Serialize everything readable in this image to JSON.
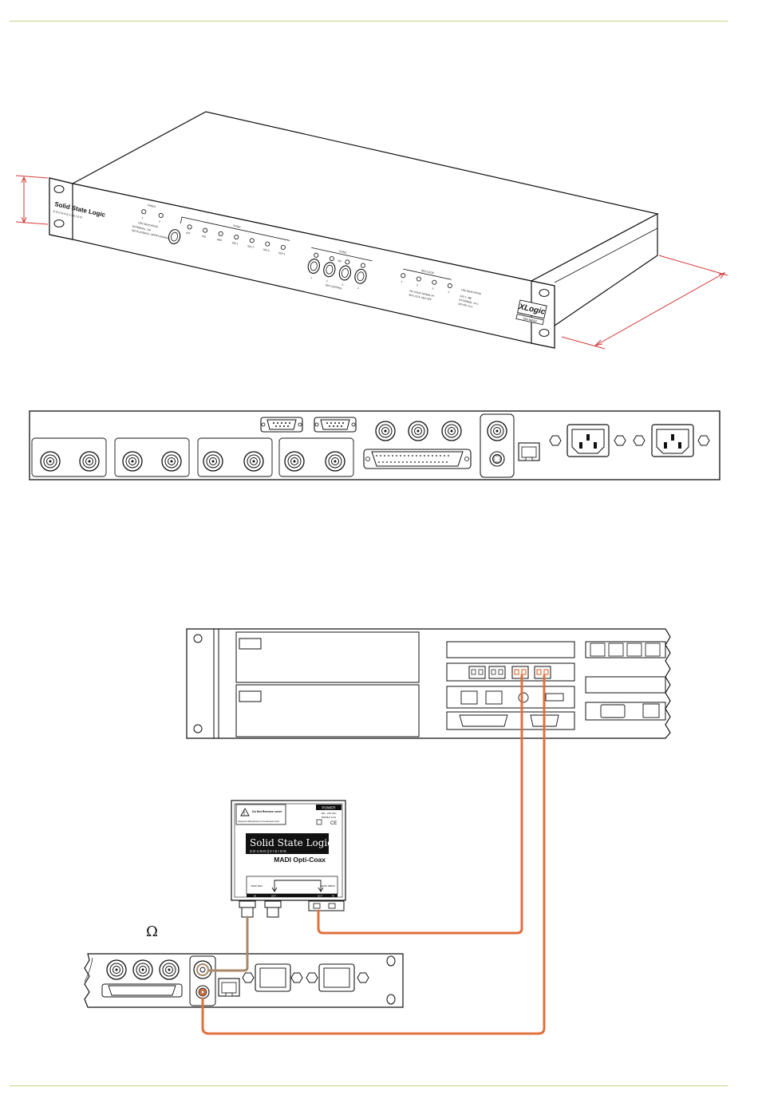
{
  "front_panel": {
    "brand": "Solid State Logic",
    "brand_tagline": "S O U N D  ||  V I S I O N",
    "model": "XLogic",
    "model_sub": "SDI MADI",
    "groups": [
      {
        "heading": "VIDEO",
        "leds": [
          "1",
          "2"
        ],
        "legend": [
          "LED INDICATION",
          "EXTERNAL: ON",
          "SDI PLAYBACK: OFF/FLASHING"
        ]
      },
      {
        "heading": "SYNC",
        "leds": [
          "INT",
          "VID",
          "AES",
          "SDI 1",
          "SDI 2",
          "SDI 3",
          "SDI 4"
        ]
      },
      {
        "heading": "SYNC",
        "leds": [
          "1",
          "2",
          "3",
          "4"
        ],
        "sub": "SDI CONTROL",
        "mid": "ON"
      },
      {
        "heading": "SDI LOCK",
        "leds": [
          "1",
          "2",
          "3",
          "4"
        ],
        "legend": [
          "NO VALID SIGNAL AT",
          "SDI LOCK LED OFF"
        ]
      },
      {
        "heading": "LED INDICATION",
        "legend": [
          "SDI 1: 48k",
          "EXTERNAL: 44.1",
          "SDI PB: 44.1"
        ]
      }
    ]
  },
  "madi_box": {
    "warning": "Do Not Remove cover",
    "warning_sub": "Designed & Manufactured in the European Union",
    "power_label": "POWER",
    "power_specs": [
      "100 - 240 VAC",
      "50/60Hz  0.2A"
    ],
    "brand": "Solid State Logic",
    "tagline": "S O U N D  ||  V I S I O N",
    "product": "MADI Opti-Coax",
    "port_labels": [
      "MADI BNC",
      "MADI FIBRE"
    ],
    "io_labels": [
      "IN",
      "OUT",
      "OUT",
      "IN"
    ]
  },
  "omega_symbol": "Ω",
  "colors": {
    "fibre_cable": "#e0703c",
    "coax_cable": "#a8896a",
    "rule": "#c9cf7d"
  }
}
